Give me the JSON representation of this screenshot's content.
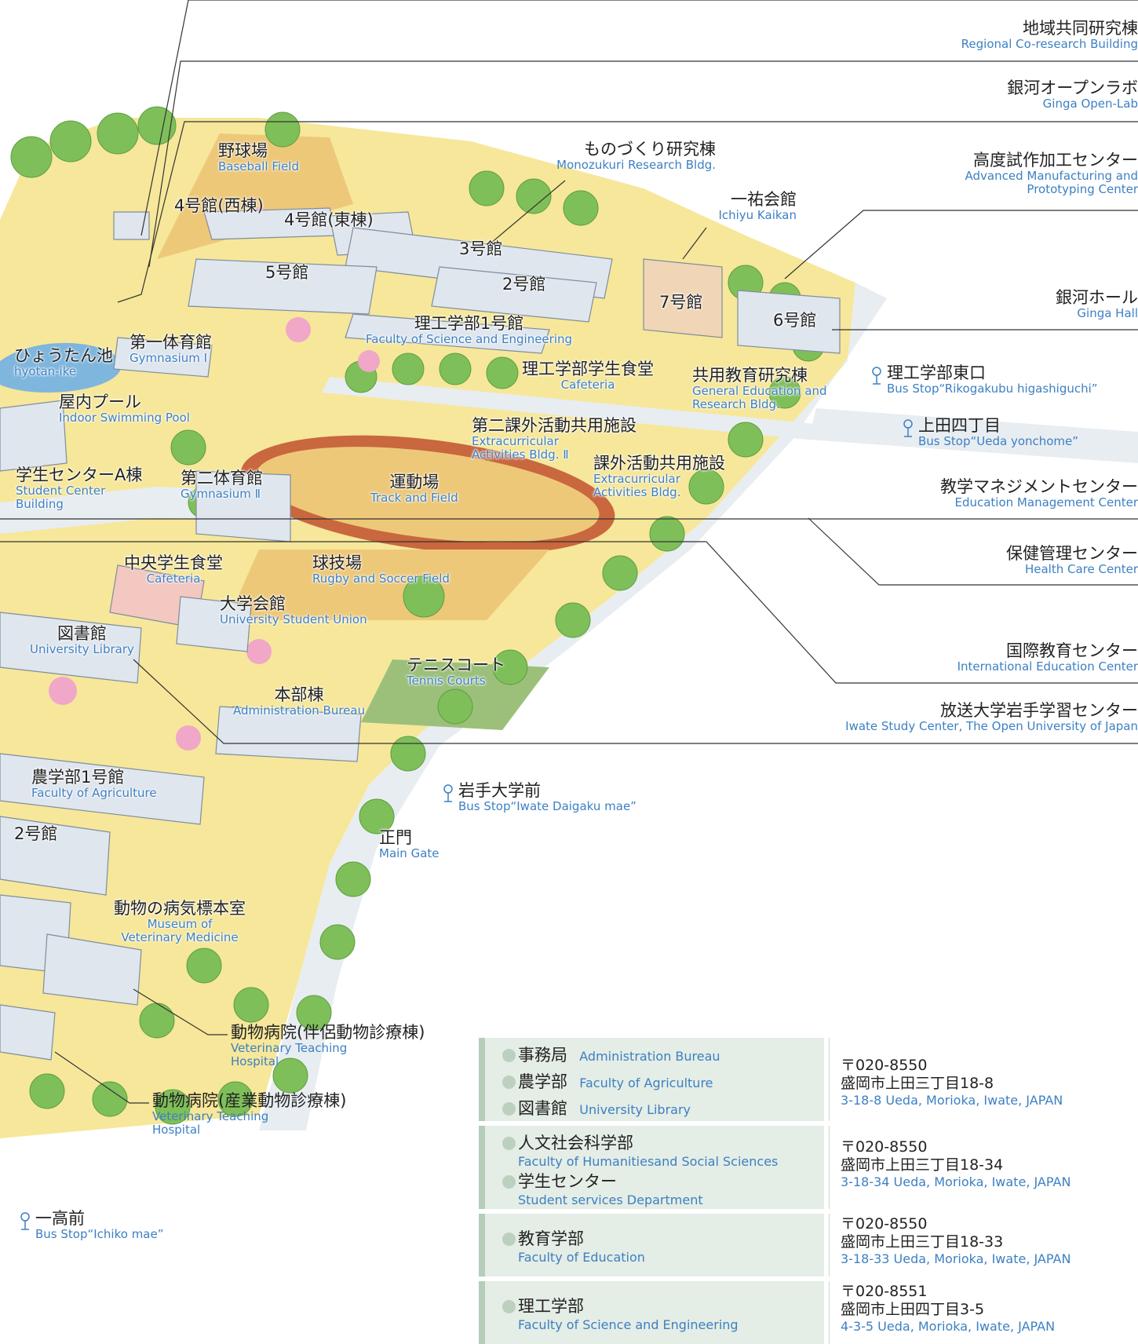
{
  "labels": {
    "regional": {
      "ja": "地域共同研究棟",
      "en": "Regional Co-research Building"
    },
    "ginga_lab": {
      "ja": "銀河オープンラボ",
      "en": "Ginga Open-Lab"
    },
    "monozukuri": {
      "ja": "ものづくり研究棟",
      "en": "Monozukuri Research Bldg."
    },
    "advanced": {
      "ja": "高度試作加工センター",
      "en1": "Advanced Manufacturing and",
      "en2": "Prototyping Center"
    },
    "ichiyu": {
      "ja": "一祐会館",
      "en": "Ichiyu Kaikan"
    },
    "ginga_hall": {
      "ja": "銀河ホール",
      "en": "Ginga Hall"
    },
    "baseball": {
      "ja": "野球場",
      "en": "Baseball Field"
    },
    "b4w": {
      "ja": "4号館(西棟)"
    },
    "b4e": {
      "ja": "4号館(東棟)"
    },
    "b3": {
      "ja": "3号館"
    },
    "b5": {
      "ja": "5号館"
    },
    "b2": {
      "ja": "2号館"
    },
    "b7": {
      "ja": "7号館"
    },
    "b6": {
      "ja": "6号館"
    },
    "fse1": {
      "ja": "理工学部1号館",
      "en": "Faculty of Science and Engineering"
    },
    "gym1": {
      "ja": "第一体育館",
      "en": "Gymnasium I"
    },
    "hyotan": {
      "ja": "ひょうたん池",
      "en": "hyotan-ike"
    },
    "fse_cafe": {
      "ja": "理工学部学生食堂",
      "en": "Cafeteria"
    },
    "general_ed": {
      "ja": "共用教育研究棟",
      "en1": "General Education and",
      "en2": "Research Bldg."
    },
    "bus_east": {
      "ja": "理工学部東口",
      "en": "Bus Stop“Rikogakubu higashiguchi”"
    },
    "bus_ueda": {
      "ja": "上田四丁目",
      "en": "Bus Stop“Ueda yonchome”"
    },
    "pool": {
      "ja": "屋内プール",
      "en": "Indoor Swimming Pool"
    },
    "extra2": {
      "ja": "第二課外活動共用施設",
      "en1": "Extracurricular",
      "en2": "Activities Bldg. Ⅱ"
    },
    "extra": {
      "ja": "課外活動共用施設",
      "en1": "Extracurricular",
      "en2": "Activities Bldg."
    },
    "edu_mgmt": {
      "ja": "教学マネジメントセンター",
      "en": "Education Management Center"
    },
    "student_a": {
      "ja": "学生センターA棟",
      "en1": "Student Center",
      "en2": "Building"
    },
    "gym2": {
      "ja": "第二体育館",
      "en": "Gymnasium Ⅱ"
    },
    "track": {
      "ja": "運動場",
      "en": "Track and Field"
    },
    "health": {
      "ja": "保健管理センター",
      "en": "Health Care Center"
    },
    "central_cafe": {
      "ja": "中央学生食堂",
      "en": "Cafeteria"
    },
    "ball": {
      "ja": "球技場",
      "en": "Rugby and Soccer Field"
    },
    "union": {
      "ja": "大学会館",
      "en": "University Student Union"
    },
    "library": {
      "ja": "図書館",
      "en": "University Library"
    },
    "intl": {
      "ja": "国際教育センター",
      "en": "International Education Center"
    },
    "tennis": {
      "ja": "テニスコート",
      "en": "Tennis Courts"
    },
    "admin": {
      "ja": "本部棟",
      "en": "Administration Bureau"
    },
    "open_univ": {
      "ja": "放送大学岩手学習センター",
      "en": "Iwate Study Center, The Open University of Japan"
    },
    "agri1": {
      "ja": "農学部1号館",
      "en": "Faculty of Agriculture"
    },
    "bus_iwate": {
      "ja": "岩手大学前",
      "en": "Bus Stop“Iwate Daigaku mae”"
    },
    "agri2": {
      "ja": "2号館"
    },
    "main_gate": {
      "ja": "正門",
      "en": "Main Gate"
    },
    "museum": {
      "ja": "動物の病気標本室",
      "en1": "Museum of",
      "en2": "Veterinary Medicine"
    },
    "vet1": {
      "ja": "動物病院(伴侶動物診療棟)",
      "en1": "Veterinary Teaching",
      "en2": "Hospital"
    },
    "vet2": {
      "ja": "動物病院(産業動物診療棟)",
      "en1": "Veterinary Teaching",
      "en2": "Hospital"
    },
    "bus_ichiko": {
      "ja": "一高前",
      "en": "Bus Stop“Ichiko mae”"
    }
  },
  "addresses": [
    {
      "units": [
        {
          "ja": "事務局",
          "en": "Administration Bureau"
        },
        {
          "ja": "農学部",
          "en": "Faculty of Agriculture"
        },
        {
          "ja": "図書館",
          "en": "University Library"
        }
      ],
      "zip": "〒020-8550",
      "addr_ja": "盛岡市上田三丁目18-8",
      "addr_en": "3-18-8 Ueda, Morioka, Iwate, JAPAN"
    },
    {
      "units": [
        {
          "ja": "人文社会科学部",
          "en": "Faculty of Humanitiesand Social Sciences"
        },
        {
          "ja": "学生センター",
          "en": "Student services Department"
        }
      ],
      "zip": "〒020-8550",
      "addr_ja": "盛岡市上田三丁目18-34",
      "addr_en": "3-18-34 Ueda, Morioka, Iwate, JAPAN"
    },
    {
      "units": [
        {
          "ja": "教育学部",
          "en": "Faculty of Education"
        }
      ],
      "zip": "〒020-8550",
      "addr_ja": "盛岡市上田三丁目18-33",
      "addr_en": "3-18-33 Ueda, Morioka, Iwate, JAPAN"
    },
    {
      "units": [
        {
          "ja": "理工学部",
          "en": "Faculty of Science and Engineering"
        }
      ],
      "zip": "〒020-8551",
      "addr_ja": "盛岡市上田四丁目3-5",
      "addr_en": "4-3-5 Ueda, Morioka, Iwate, JAPAN"
    }
  ],
  "colors": {
    "ground": "#f6e79a",
    "road": "#e8edf2",
    "tree": "#7fbf5a",
    "track": "#c9673e",
    "field": "#eec879",
    "building": "#dfe6ee",
    "blossom": "#f0a7c8",
    "water": "#7fb6dd",
    "label_en": "#3d80c2"
  }
}
